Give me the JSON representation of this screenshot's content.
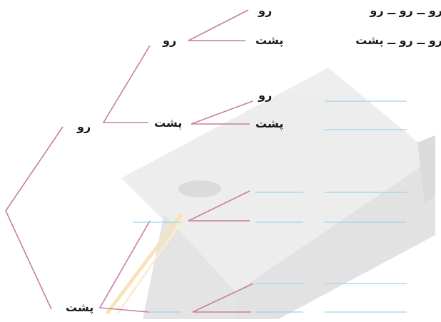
{
  "tree": {
    "root": {
      "top_label": "رو",
      "bottom_label": "پشت"
    },
    "level2": {
      "upper_label": "رو",
      "lower_label": "پشت"
    },
    "level3": {
      "a_top": "رو",
      "a_bottom": "پشت",
      "b_top": "رو",
      "b_bottom": "پشت"
    }
  },
  "outcomes": {
    "row1": "رو ــ رو ــ رو",
    "row2": "رو ــ رو ــ پشت"
  },
  "colors": {
    "branch": "#c77fa3",
    "blank_line": "#9fd3ea",
    "watermark_body": "#e6e6e6",
    "watermark_shadow": "#d4d4d4",
    "tassel": "#f8d9a0"
  },
  "icons": {
    "watermark": "graduation-cap-icon"
  }
}
